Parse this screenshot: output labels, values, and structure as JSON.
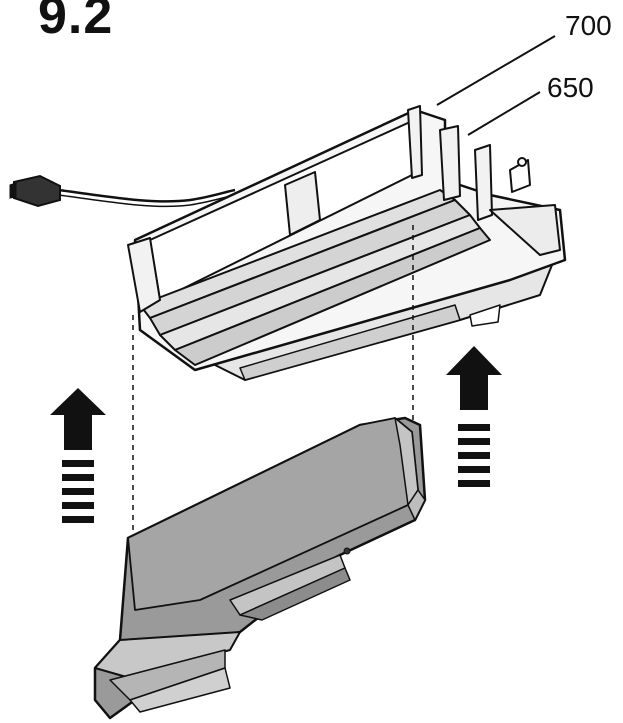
{
  "figure": {
    "step_number": "9.2",
    "callouts": [
      {
        "label": "700",
        "part": "upper-housing"
      },
      {
        "label": "650",
        "part": "bracket"
      }
    ],
    "arrow_direction": "up",
    "colors": {
      "line": "#111111",
      "duct_fill": "#9a9a9a",
      "duct_light": "#c4c4c4",
      "housing_fill": "#f4f4f4",
      "panel_fill": "#e2e2e2"
    }
  }
}
